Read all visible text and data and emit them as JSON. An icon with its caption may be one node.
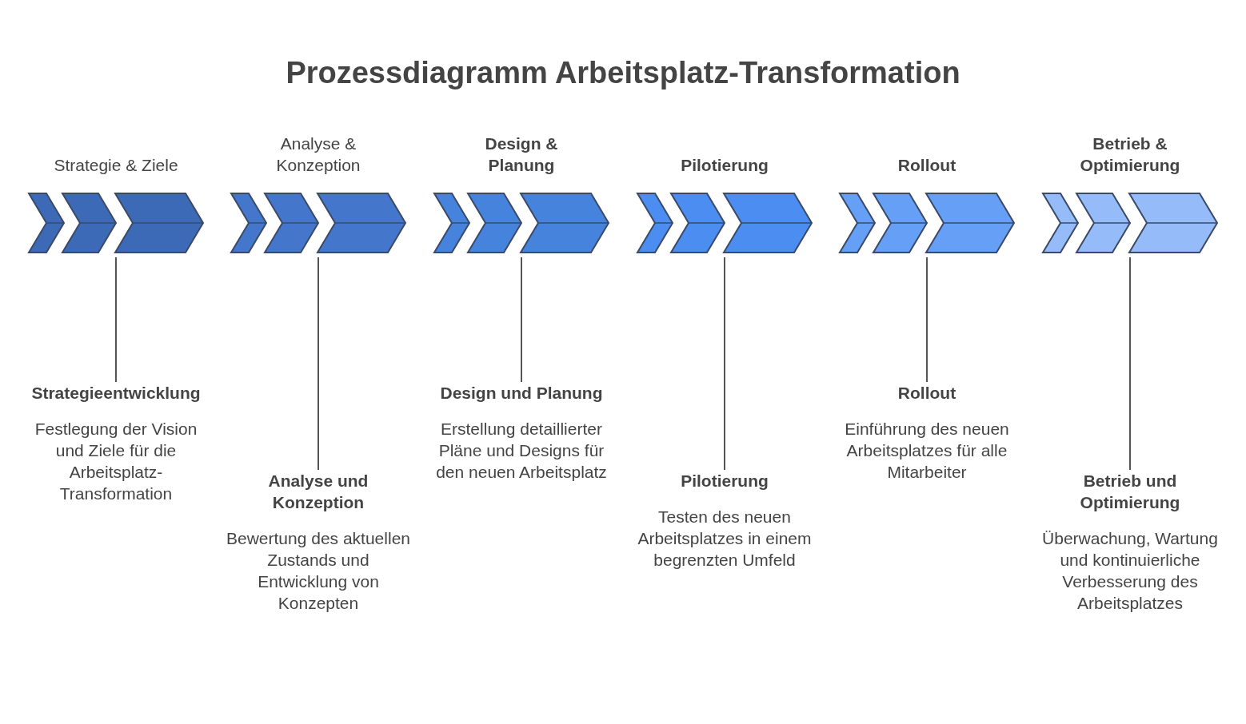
{
  "diagram": {
    "title": "Prozessdiagramm Arbeitsplatz-Transformation",
    "nodes": [
      {
        "text": [
          "Strategie & Ziele"
        ]
      },
      {
        "text": [
          "Analyse & Konzeption"
        ]
      },
      {
        "text": [
          "Design & Planung"
        ]
      },
      {
        "text": [
          "Pilotierung"
        ]
      },
      {
        "text": [
          "Rollout"
        ]
      },
      {
        "text": [
          "Betrieb & Optimierung"
        ]
      },
      {
        "text": [
          "Strategieentwicklung",
          "Festlegung der Vision und Ziele für die Arbeitsplatz-Transformation"
        ]
      },
      {
        "text": [
          "Analyse und Konzeption",
          "Bewertung des aktuellen Zustands und Entwicklung von Konzepten"
        ]
      },
      {
        "text": [
          "Design und Planung",
          "Erstellung detaillierter Pläne und Designs für den neuen Arbeitsplatz"
        ]
      },
      {
        "text": [
          "Pilotierung",
          "Testen des neuen Arbeitsplatzes in einem begrenzten Umfeld"
        ]
      },
      {
        "text": [
          "Rollout",
          "Einführung des neuen Arbeitsplatzes für alle Mitarbeiter"
        ]
      },
      {
        "text": [
          "Betrieb und Optimierung",
          "Überwachung, Wartung und kontinuierliche Verbesserung des Arbeitsplatzes"
        ]
      }
    ],
    "edges": [
      {
        "from": 0,
        "to": 6,
        "arrow": "none"
      },
      {
        "from": 1,
        "to": 7,
        "arrow": "none"
      },
      {
        "from": 2,
        "to": 8,
        "arrow": "none"
      },
      {
        "from": 3,
        "to": 9,
        "arrow": "none"
      },
      {
        "from": 4,
        "to": 10,
        "arrow": "none"
      },
      {
        "from": 5,
        "to": 11,
        "arrow": "none"
      }
    ]
  }
}
